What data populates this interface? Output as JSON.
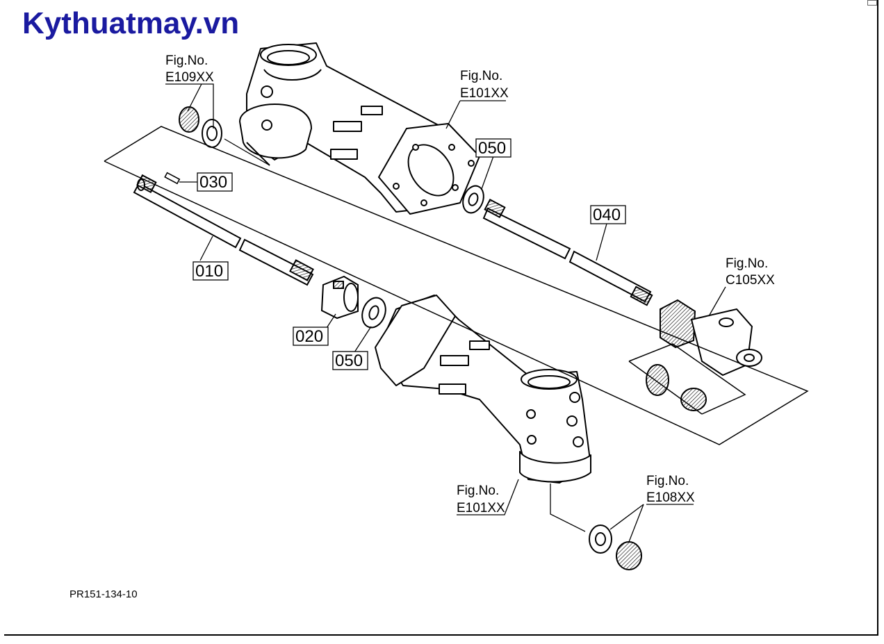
{
  "brand": {
    "text": "Kythuatmay.vn",
    "color": "#1a1aa0"
  },
  "drawing_code": "PR151-134-10",
  "figure_refs": [
    {
      "key": "e109",
      "fig_label": "Fig.No.",
      "fig_code": "E109XX"
    },
    {
      "key": "e101_top",
      "fig_label": "Fig.No.",
      "fig_code": "E101XX"
    },
    {
      "key": "c105",
      "fig_label": "Fig.No.",
      "fig_code": "C105XX"
    },
    {
      "key": "e101_bottom",
      "fig_label": "Fig.No.",
      "fig_code": "E101XX"
    },
    {
      "key": "e108",
      "fig_label": "Fig.No.",
      "fig_code": "E108XX"
    }
  ],
  "part_numbers": [
    {
      "key": "p050_top",
      "text": "050"
    },
    {
      "key": "p030",
      "text": "030"
    },
    {
      "key": "p040",
      "text": "040"
    },
    {
      "key": "p010",
      "text": "010"
    },
    {
      "key": "p020",
      "text": "020"
    },
    {
      "key": "p050_bottom",
      "text": "050"
    }
  ]
}
